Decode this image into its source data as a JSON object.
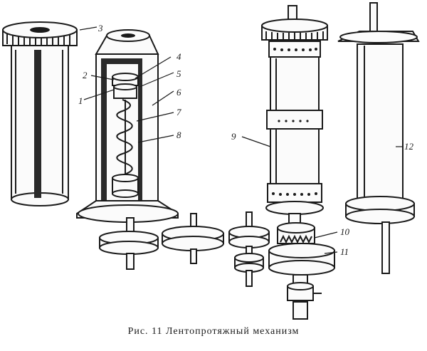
{
  "caption": "Рис. 11  Лентопротяжный механизм",
  "callouts": [
    "1",
    "2",
    "3",
    "4",
    "5",
    "6",
    "7",
    "8",
    "9",
    "10",
    "11",
    "12"
  ]
}
